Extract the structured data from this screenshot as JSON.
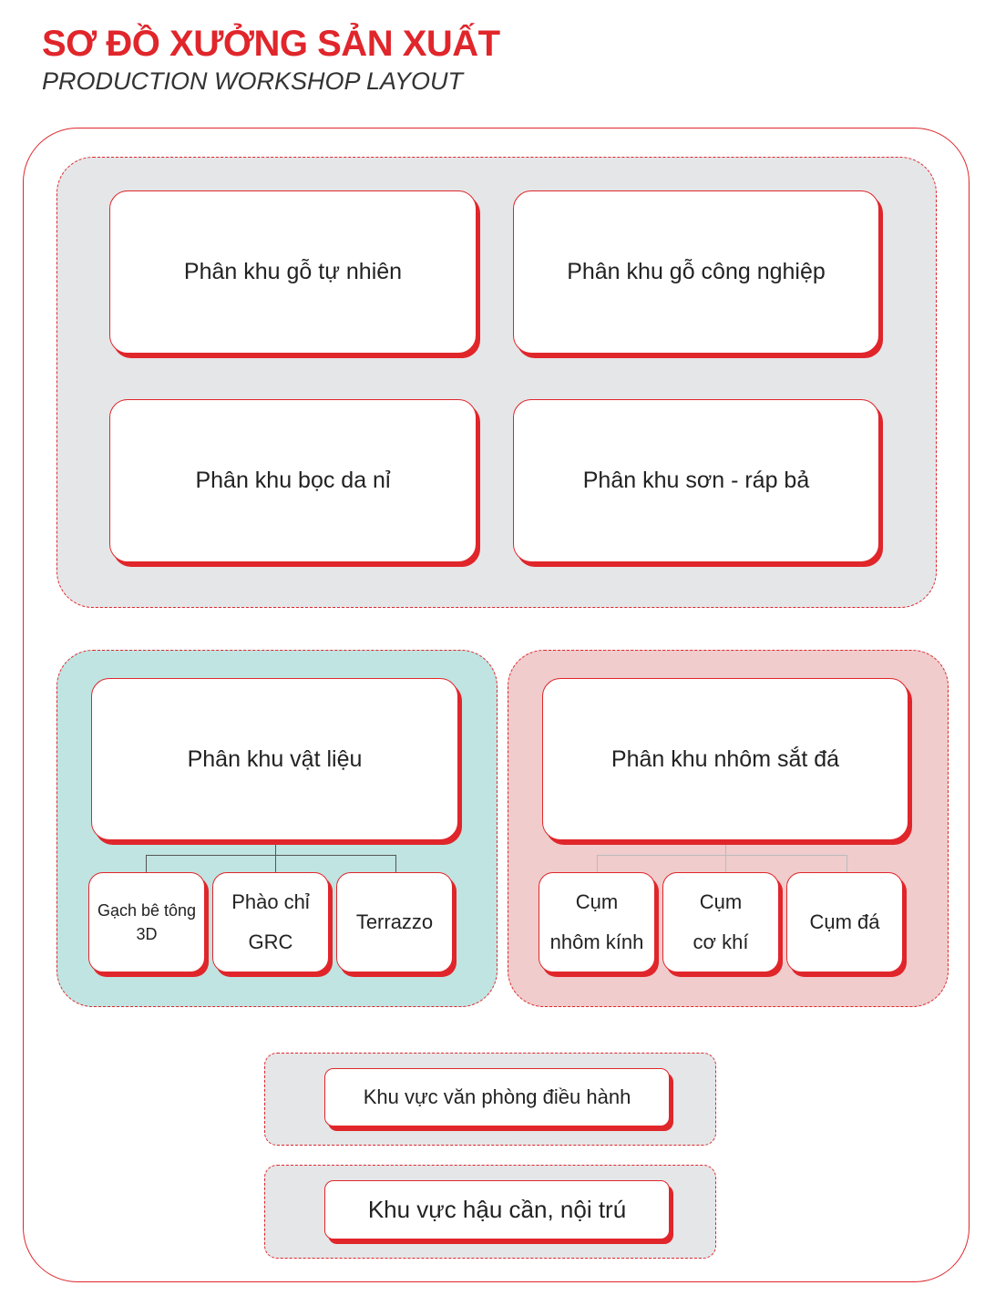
{
  "header": {
    "title": "SƠ ĐỒ XƯỞNG SẢN XUẤT",
    "subtitle": "PRODUCTION WORKSHOP LAYOUT"
  },
  "zones": {
    "main": [
      "Phân khu gỗ tự nhiên",
      "Phân khu gỗ công nghiệp",
      "Phân khu bọc da nỉ",
      "Phân khu sơn - ráp bả"
    ],
    "materials": {
      "label": "Phân khu vật liệu",
      "subs": [
        [
          "Gạch bê tông",
          "3D"
        ],
        [
          "Phào chỉ",
          "GRC"
        ],
        [
          "Terrazzo"
        ]
      ]
    },
    "metal": {
      "label": "Phân khu nhôm sắt đá",
      "subs": [
        [
          "Cụm",
          "nhôm kính"
        ],
        [
          "Cụm",
          "cơ khí"
        ],
        [
          "Cụm đá"
        ]
      ]
    },
    "office": "Khu vực văn phòng điều hành",
    "logistics": "Khu vực hậu cần, nội trú"
  },
  "colors": {
    "accent": "#e0262b",
    "gray": "#e5e6e8",
    "teal": "#c0e4e1",
    "pink": "#f0cccc"
  }
}
